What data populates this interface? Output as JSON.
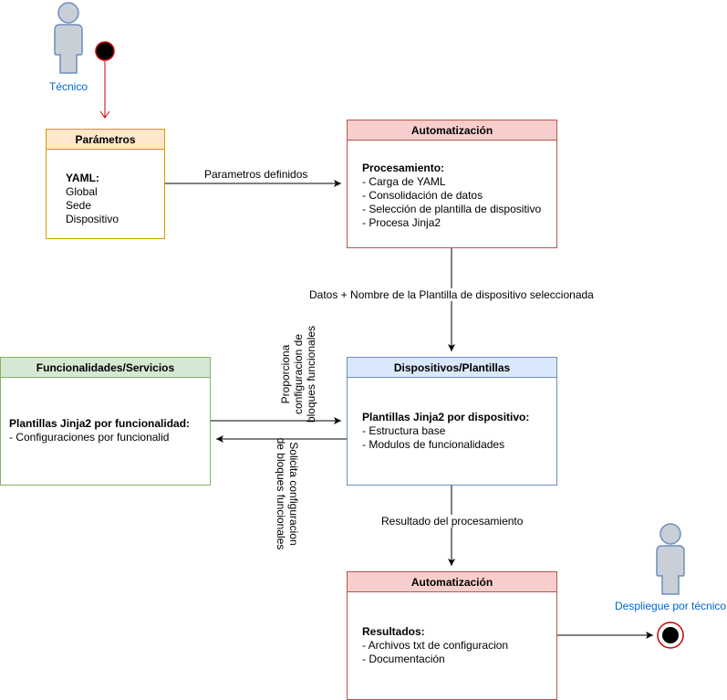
{
  "actors": {
    "tecnico": "Técnico",
    "despliegue": "Despliegue por técnico"
  },
  "boxes": {
    "parametros": {
      "title": "Parámetros",
      "heading": "YAML:",
      "lines": [
        "Global",
        "Sede",
        "Dispositivo"
      ]
    },
    "automatizacion1": {
      "title": "Automatización",
      "heading": "Procesamiento:",
      "lines": [
        "- Carga de YAML",
        "- Consolidación de datos",
        "- Selección de plantilla de dispositivo",
        "- Procesa  Jinja2"
      ]
    },
    "funcionalidades": {
      "title": "Funcionalidades/Servicios",
      "heading": "Plantillas Jinja2 por funcionalidad:",
      "lines": [
        "- Configuraciones por funcionalid"
      ]
    },
    "dispositivos": {
      "title": "Dispositivos/Plantillas",
      "heading": "Plantillas Jinja2 por dispositivo:",
      "lines": [
        "- Estructura base",
        "- Modulos de funcionalidades"
      ]
    },
    "automatizacion2": {
      "title": "Automatización",
      "heading": "Resultados:",
      "lines": [
        "- Archivos txt de configuracion",
        "- Documentación"
      ]
    }
  },
  "edges": {
    "params_to_auto": "Parametros definidos",
    "auto_to_disp": "Datos + Nombre de la Plantilla de dispositivo seleccionada",
    "func_to_disp": [
      "Proporciona",
      "configuracion de",
      "bloques funcionales"
    ],
    "disp_to_func": [
      "Solicita  configuracion",
      "de bloques funcionales"
    ],
    "disp_to_auto2": "Resultado del procesamiento"
  },
  "colors": {
    "orange_fill": "#ffe6cc",
    "orange_stroke": "#d79b00",
    "red_fill": "#f8cecc",
    "red_stroke": "#b85450",
    "green_fill": "#d5e8d4",
    "green_stroke": "#82b366",
    "blue_fill": "#dae8fc",
    "blue_stroke": "#6c8ebf",
    "actor_fill": "#c9cfd6",
    "actor_stroke": "#6c8ebf",
    "actor_label": "#0066cc",
    "red_arrow": "#cc0000"
  }
}
